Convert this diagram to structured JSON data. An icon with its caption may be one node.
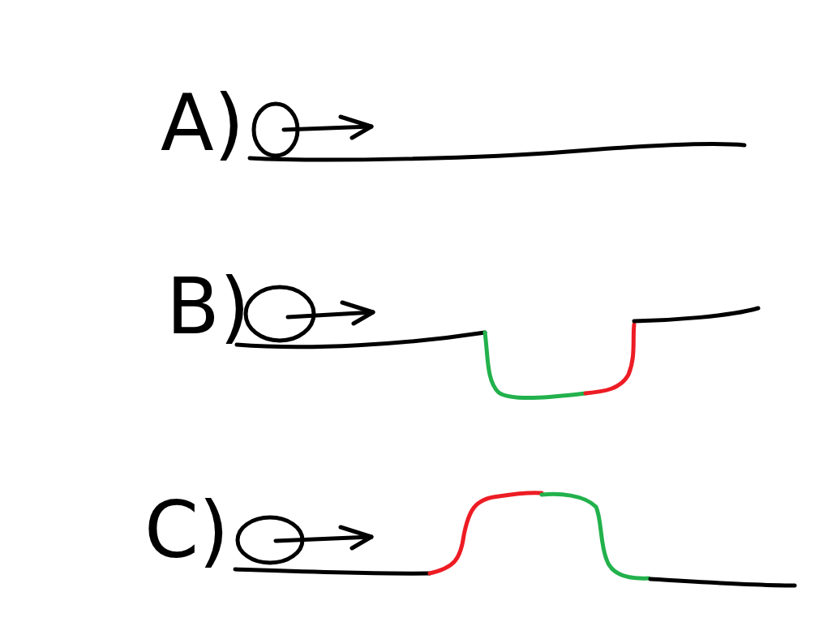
{
  "diagram": {
    "labels": [
      "A)",
      "B)",
      "C)"
    ]
  }
}
